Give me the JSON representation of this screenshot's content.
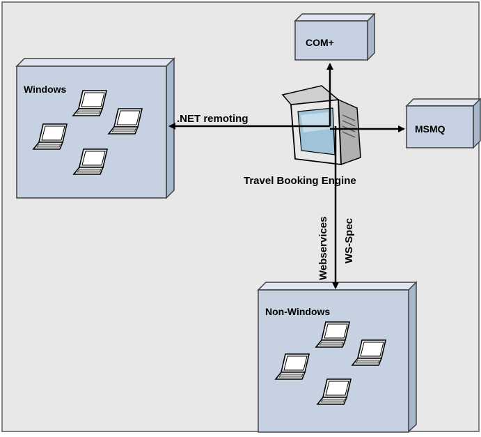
{
  "diagram": {
    "nodes": {
      "windows": {
        "label": "Windows",
        "icon": "laptop-cluster-icon",
        "count": 4
      },
      "non_windows": {
        "label": "Non-Windows",
        "icon": "laptop-cluster-icon",
        "count": 4
      },
      "com_plus": {
        "label": "COM+"
      },
      "msmq": {
        "label": "MSMQ"
      },
      "engine": {
        "label": "Travel Booking Engine",
        "icon": "crt-monitor-icon"
      }
    },
    "edges": {
      "dotnet_remoting": {
        "label": ".NET remoting"
      },
      "webservices": {
        "label": "Webservices"
      },
      "ws_spec": {
        "label": "WS-Spec"
      }
    }
  },
  "colors": {
    "canvas": "#e8e8e8",
    "border": "#808080",
    "box_front": "#c6d2e2",
    "box_top": "#dfe6f0",
    "box_side": "#a8b8cc",
    "box_stroke": "#404040",
    "arrow": "#000000"
  }
}
